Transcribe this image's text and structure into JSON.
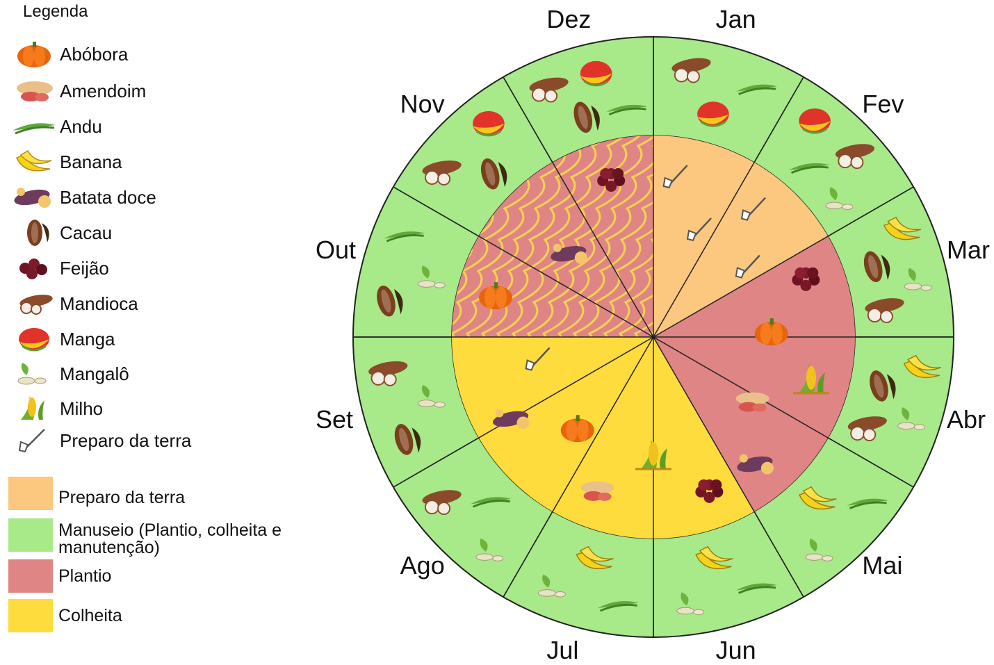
{
  "legend": {
    "title": "Legenda",
    "items": [
      {
        "label": "Abóbora",
        "icon": "pumpkin-icon"
      },
      {
        "label": "Amendoim",
        "icon": "peanut-icon"
      },
      {
        "label": "Andu",
        "icon": "pigeon-pea-icon"
      },
      {
        "label": "Banana",
        "icon": "banana-icon"
      },
      {
        "label": "Batata doce",
        "icon": "sweet-potato-icon"
      },
      {
        "label": "Cacau",
        "icon": "cacao-icon"
      },
      {
        "label": "Feijão",
        "icon": "bean-icon"
      },
      {
        "label": "Mandioca",
        "icon": "cassava-icon"
      },
      {
        "label": "Manga",
        "icon": "mango-icon"
      },
      {
        "label": "Mangalô",
        "icon": "lablab-icon"
      },
      {
        "label": "Milho",
        "icon": "corn-icon"
      },
      {
        "label": "Preparo da terra",
        "icon": "hoe-icon"
      }
    ],
    "activities": [
      {
        "label": "Preparo da terra",
        "color": "#FCC77E"
      },
      {
        "label": "Manuseio (Plantio, colheita e manutenção)",
        "color": "#A8E98A"
      },
      {
        "label": "Plantio",
        "color": "#E08585"
      },
      {
        "label": "Colheita",
        "color": "#FFDC3D"
      }
    ]
  },
  "wheel": {
    "months": [
      "Jan",
      "Fev",
      "Mar",
      "Abr",
      "Mai",
      "Jun",
      "Jul",
      "Ago",
      "Set",
      "Out",
      "Nov",
      "Dez"
    ],
    "outer_ring": {
      "activity": "Manuseio (Plantio, colheita e manutenção)",
      "crops": {
        "Jan": [
          "cassava-icon",
          "mango-icon",
          "pigeon-pea-icon"
        ],
        "Fev": [
          "mango-icon",
          "pigeon-pea-icon",
          "cassava-icon",
          "lablab-icon"
        ],
        "Mar": [
          "banana-icon",
          "cacao-icon",
          "lablab-icon",
          "cassava-icon"
        ],
        "Abr": [
          "banana-icon",
          "cacao-icon",
          "lablab-icon",
          "cassava-icon"
        ],
        "Mai": [
          "pigeon-pea-icon",
          "banana-icon",
          "lablab-icon"
        ],
        "Jun": [
          "pigeon-pea-icon",
          "banana-icon",
          "lablab-icon"
        ],
        "Jul": [
          "pigeon-pea-icon",
          "banana-icon",
          "lablab-icon"
        ],
        "Ago": [
          "lablab-icon",
          "pigeon-pea-icon",
          "cassava-icon"
        ],
        "Set": [
          "cacao-icon",
          "lablab-icon",
          "cassava-icon"
        ],
        "Out": [
          "cacao-icon",
          "lablab-icon",
          "pigeon-pea-icon"
        ],
        "Nov": [
          "cassava-icon",
          "cacao-icon",
          "mango-icon"
        ],
        "Dez": [
          "cassava-icon",
          "cacao-icon",
          "mango-icon",
          "pigeon-pea-icon"
        ]
      }
    },
    "inner_disc": [
      {
        "months": [
          "Jan",
          "Fev"
        ],
        "activity": "Preparo da terra",
        "crops": [
          "hoe-icon"
        ]
      },
      {
        "months": [
          "Mar",
          "Abr",
          "Mai"
        ],
        "activity": "Plantio",
        "crops": [
          "bean-icon",
          "pumpkin-icon",
          "corn-icon",
          "peanut-icon",
          "sweet-potato-icon"
        ]
      },
      {
        "months": [
          "Jun",
          "Jul",
          "Ago",
          "Set"
        ],
        "activity": "Colheita",
        "crops": [
          "bean-icon",
          "corn-icon",
          "peanut-icon",
          "pumpkin-icon",
          "sweet-potato-icon",
          "hoe-icon"
        ]
      },
      {
        "months": [
          "Out",
          "Nov",
          "Dez"
        ],
        "activity": "Plantio",
        "crops": [
          "pumpkin-icon",
          "sweet-potato-icon",
          "bean-icon"
        ]
      }
    ]
  }
}
